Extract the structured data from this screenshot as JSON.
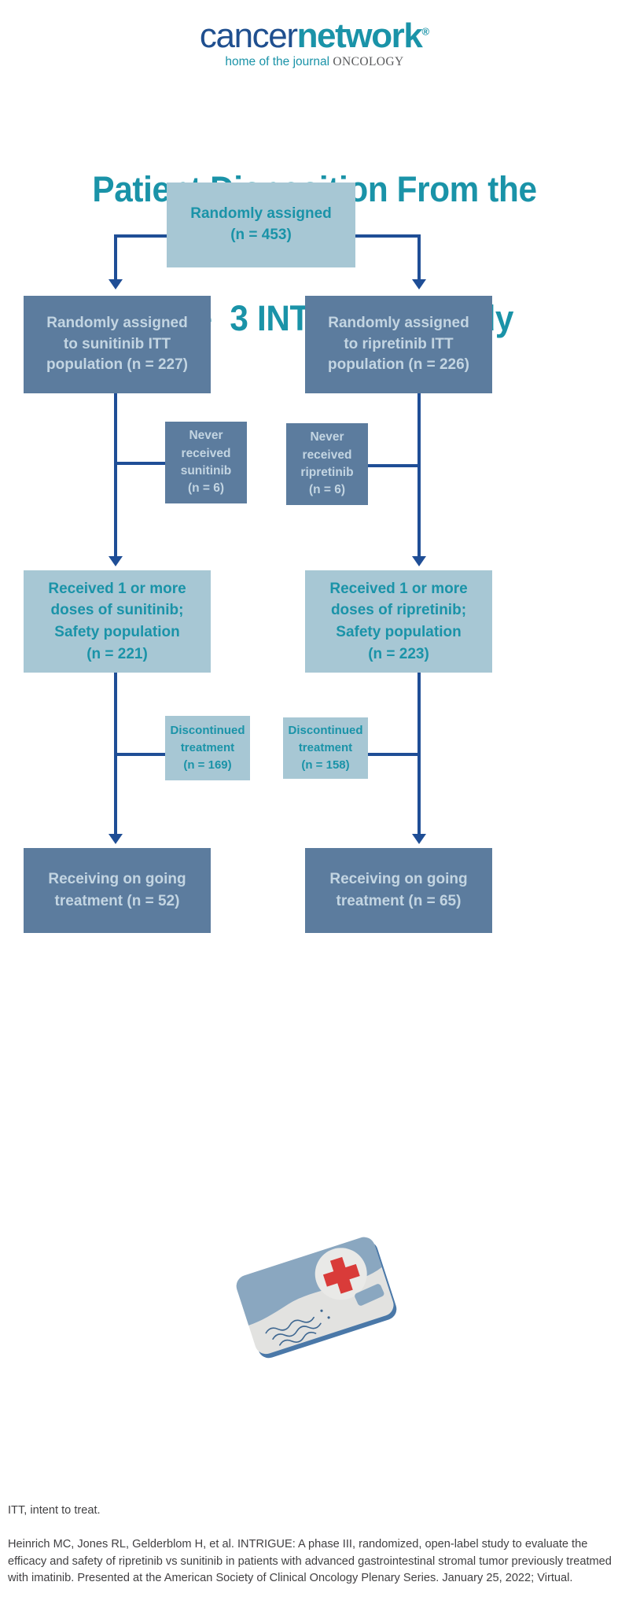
{
  "brand": {
    "logo_part1": "cancer",
    "logo_part2": "network",
    "logo_registered": "®",
    "tagline_prefix": "home of the journal ",
    "tagline_journal": "ONCOLOGY"
  },
  "title": {
    "line1": "Patient Disposition From the",
    "line2": "Phase  3 INTRIGUE Study"
  },
  "colors": {
    "teal": "#1a93a8",
    "logo_blue": "#1f4f8f",
    "arrow_blue": "#1f4e96",
    "box_light": "#a7c7d4",
    "box_dark": "#5c7c9e",
    "box_dark_text": "#c3d5e2",
    "footnote_gray": "#414042",
    "cross_red": "#d93b39"
  },
  "flowchart": {
    "type": "consort-diagram",
    "nodes": {
      "root": {
        "label": "Randomly assigned\n(n = 453)",
        "n": 453,
        "style": "light"
      },
      "left_itt": {
        "label": "Randomly assigned\nto sunitinib ITT\npopulation (n = 227)",
        "n": 227,
        "style": "dark"
      },
      "right_itt": {
        "label": "Randomly assigned\nto ripretinib ITT\npopulation (n = 226)",
        "n": 226,
        "style": "dark"
      },
      "left_never": {
        "label": "Never\nreceived\nsunitinib\n(n = 6)",
        "n": 6,
        "style": "dark"
      },
      "right_never": {
        "label": "Never\nreceived\nripretinib\n(n = 6)",
        "n": 6,
        "style": "dark"
      },
      "left_safety": {
        "label": "Received 1 or more\ndoses of sunitinib;\nSafety population\n(n = 221)",
        "n": 221,
        "style": "light"
      },
      "right_safety": {
        "label": "Received 1 or more\ndoses of ripretinib;\nSafety population\n(n = 223)",
        "n": 223,
        "style": "light"
      },
      "left_disc": {
        "label": "Discontinued\ntreatment\n(n = 169)",
        "n": 169,
        "style": "light"
      },
      "right_disc": {
        "label": "Discontinued\ntreatment\n(n = 158)",
        "n": 158,
        "style": "light"
      },
      "left_ongoing": {
        "label": "Receiving on going\ntreatment (n = 52)",
        "n": 52,
        "style": "dark"
      },
      "right_ongoing": {
        "label": "Receiving on going\ntreatment (n = 65)",
        "n": 65,
        "style": "dark"
      }
    }
  },
  "icon": {
    "name": "medical-id-card-icon",
    "description": "tilted medical identification card with red cross"
  },
  "footnote": {
    "abbreviation": "ITT, intent to treat.",
    "citation": "Heinrich MC, Jones RL, Gelderblom H, et al. INTRIGUE: A phase III, randomized, open-label study to evaluate the efficacy and safety of ripretinib vs sunitinib in patients with advanced gastrointestinal stromal tumor previously treatmed with imatinib. Presented at the American Society of Clinical Oncology Plenary Series. January 25, 2022; Virtual."
  }
}
